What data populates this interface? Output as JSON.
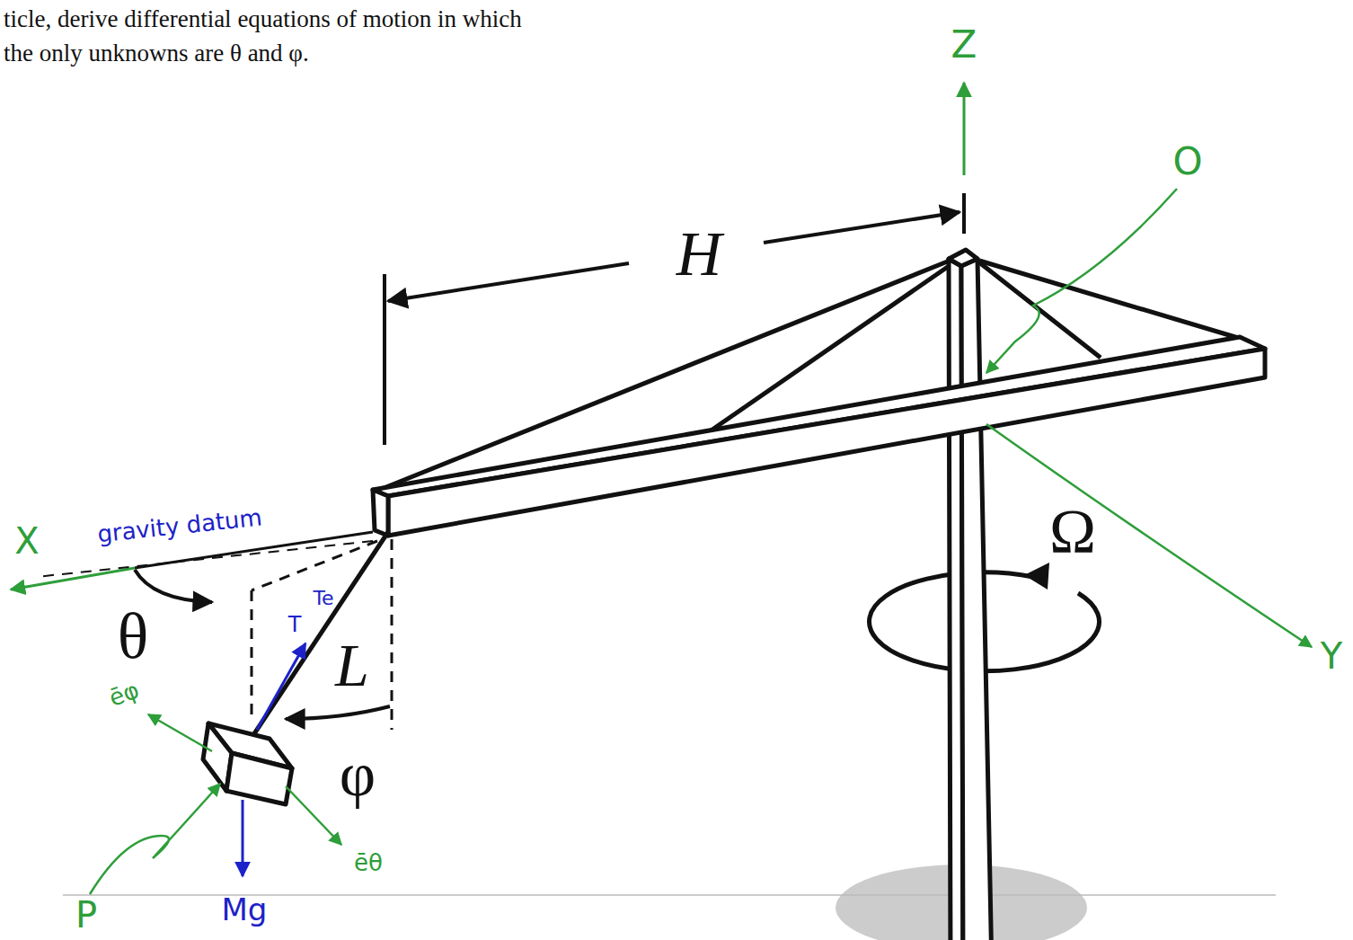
{
  "diagram": {
    "labels": [
      "ticle, derive differential equations of motion in which",
      "the only unknowns are θ and φ.",
      "Z",
      "O",
      "H",
      "X",
      "gravity datum",
      "θ",
      "L",
      "Ω",
      "T",
      "Te",
      "ēφ",
      "φ",
      "ēθ",
      "P",
      "Mg",
      "Y"
    ]
  }
}
